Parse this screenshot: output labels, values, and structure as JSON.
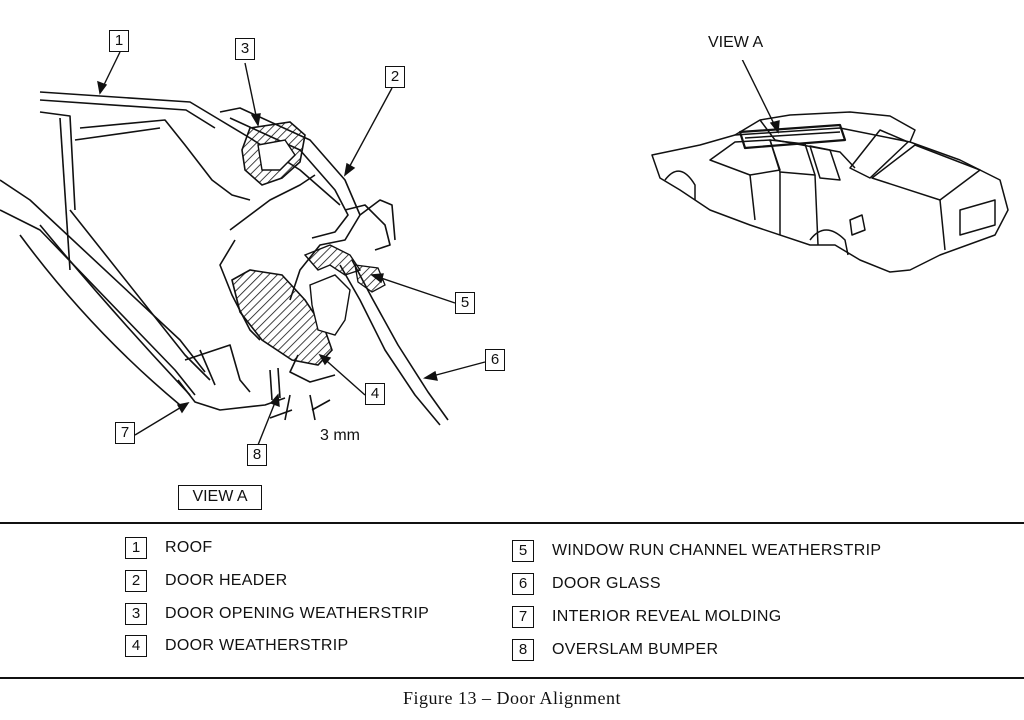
{
  "callouts": {
    "c1": "1",
    "c2": "2",
    "c3": "3",
    "c4": "4",
    "c5": "5",
    "c6": "6",
    "c7": "7",
    "c8": "8"
  },
  "dimension_label": "3 mm",
  "view_a_box_label": "VIEW A",
  "view_a_car_label": "VIEW A",
  "legend": [
    {
      "num": "1",
      "label": "ROOF"
    },
    {
      "num": "2",
      "label": "DOOR HEADER"
    },
    {
      "num": "3",
      "label": "DOOR OPENING WEATHERSTRIP"
    },
    {
      "num": "4",
      "label": "DOOR WEATHERSTRIP"
    },
    {
      "num": "5",
      "label": "WINDOW RUN CHANNEL WEATHERSTRIP"
    },
    {
      "num": "6",
      "label": "DOOR GLASS"
    },
    {
      "num": "7",
      "label": "INTERIOR REVEAL MOLDING"
    },
    {
      "num": "8",
      "label": "OVERSLAM BUMPER"
    }
  ],
  "caption": "Figure 13 – Door Alignment"
}
